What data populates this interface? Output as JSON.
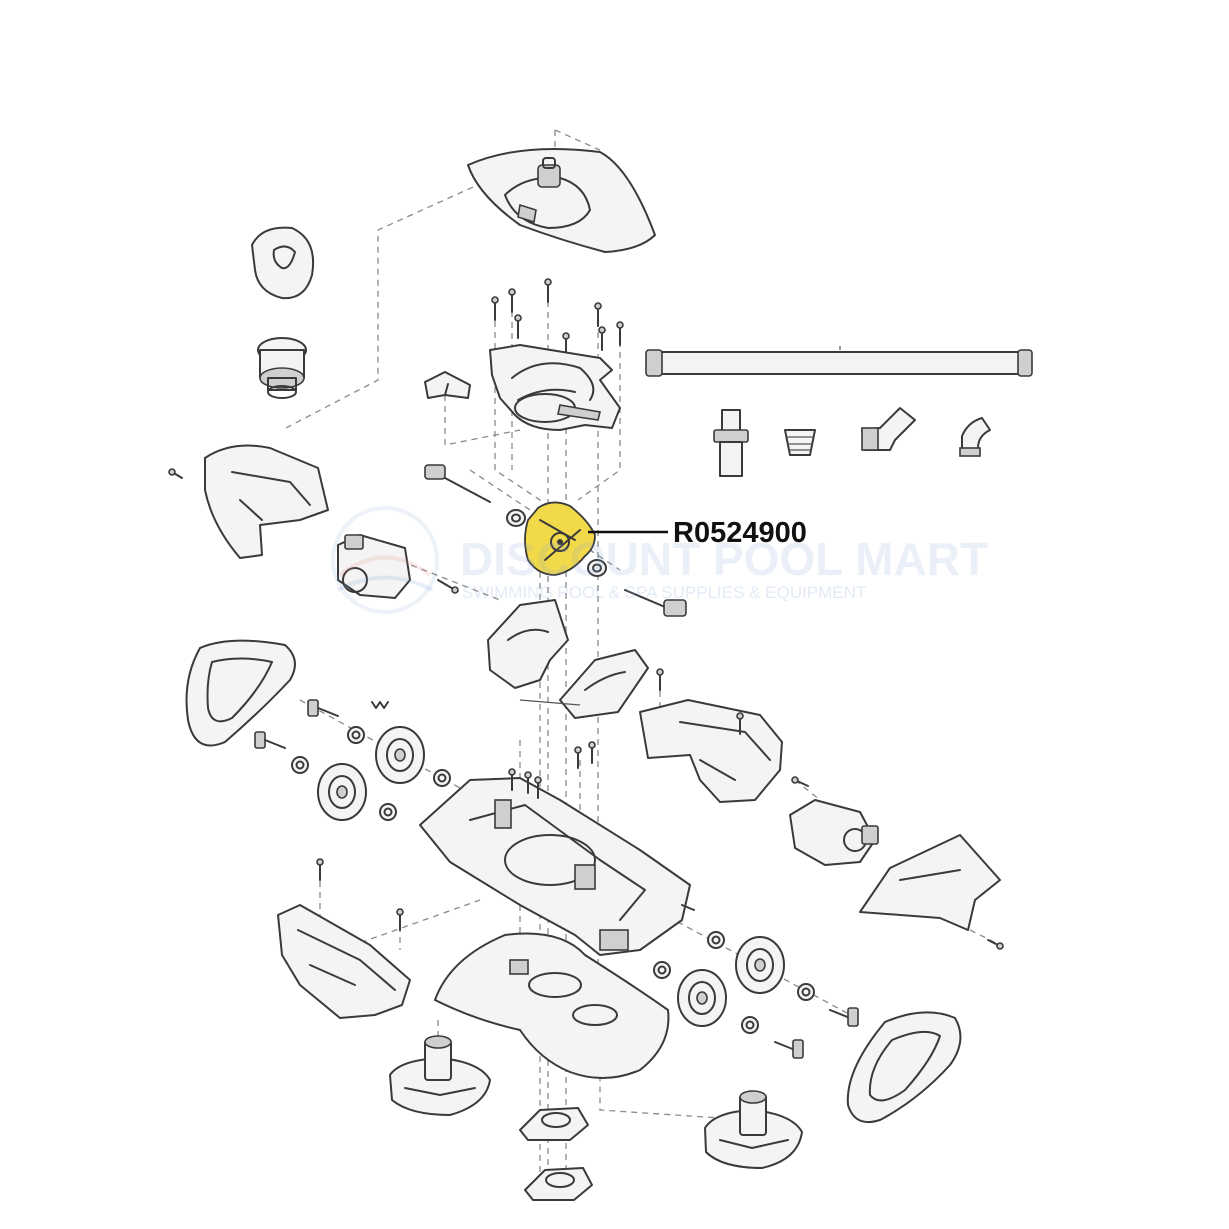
{
  "callout": {
    "part_number": "R0524900"
  },
  "watermark": {
    "brand": "DISCOUNT POOL MART",
    "tagline": "SWIMMING POOL & SPA SUPPLIES & EQUIPMENT"
  },
  "colors": {
    "highlight": "#f2d94a",
    "line": "#3a3a3a",
    "watermark": "#7fa3d6"
  }
}
